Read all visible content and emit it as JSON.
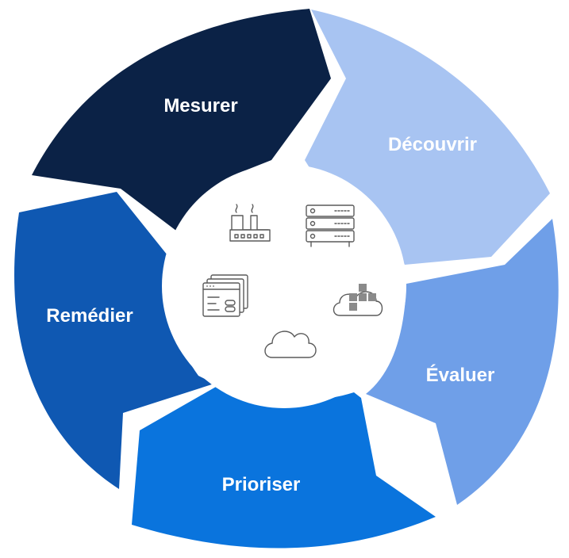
{
  "colors": {
    "mesurer": "#0b2246",
    "decouvrir": "#a8c4f2",
    "evaluer": "#6f9fe8",
    "prioriser": "#0a74dd",
    "remedier": "#0f58b2",
    "hub": "#ffffff",
    "icon_stroke": "#5a5a5a",
    "label": "#ffffff"
  },
  "stages": [
    {
      "id": "mesurer",
      "label": "Mesurer"
    },
    {
      "id": "decouvrir",
      "label": "Découvrir"
    },
    {
      "id": "evaluer",
      "label": "Évaluer"
    },
    {
      "id": "prioriser",
      "label": "Prioriser"
    },
    {
      "id": "remedier",
      "label": "Remédier"
    }
  ],
  "hub_icons": [
    "factory-icon",
    "server-rack-icon",
    "application-windows-icon",
    "cloud-containers-icon",
    "cloud-icon"
  ]
}
